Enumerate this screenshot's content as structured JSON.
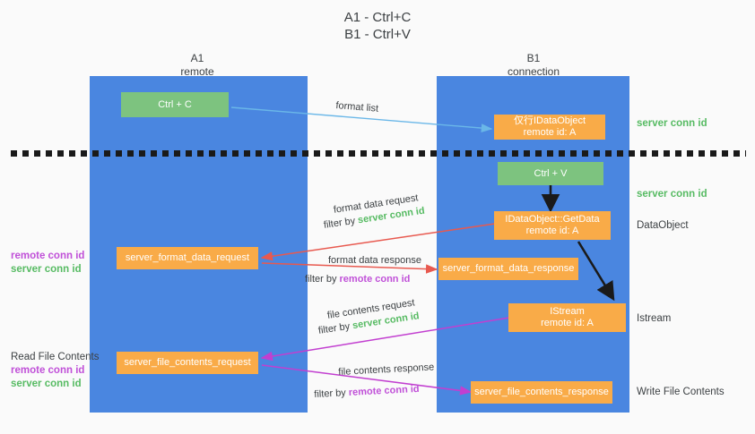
{
  "title": {
    "line1": "A1 - Ctrl+C",
    "line2": "B1 - Ctrl+V"
  },
  "columns": [
    {
      "name": "A1",
      "sub": "remote"
    },
    {
      "name": "B1",
      "sub": "connection"
    }
  ],
  "boxes": {
    "ctrl_c": {
      "line1": "Ctrl + C"
    },
    "ctrl_v": {
      "line1": "Ctrl + V"
    },
    "idataobject_remote": {
      "line1": "仅行IDataObject",
      "line2": "remote id: A"
    },
    "idataobject_getdata": {
      "line1": "IDataObject::GetData",
      "line2": "remote id: A"
    },
    "istream": {
      "line1": "IStream",
      "line2": "remote id: A"
    },
    "server_format_data_request": {
      "line1": "server_format_data_request"
    },
    "server_format_data_response": {
      "line1": "server_format_data_response"
    },
    "server_file_contents_request": {
      "line1": "server_file_contents_request"
    },
    "server_file_contents_response": {
      "line1": "server_file_contents_response"
    }
  },
  "annotations": {
    "server_conn_id_1": "server conn id",
    "server_conn_id_2": "server conn id",
    "data_object": "DataObject",
    "istream": "Istream",
    "write_file_contents": "Write File Contents",
    "read_file_contents": "Read File Contents",
    "remote_conn_id": "remote conn id",
    "server_conn_id": "server conn id"
  },
  "arrow_captions": {
    "format_list": "format list",
    "format_data_request": "format data request",
    "format_data_request_filter_prefix": "filter by ",
    "format_data_request_filter_value": "server conn id",
    "format_data_response": "format data response",
    "format_data_response_filter_prefix": "filter by ",
    "format_data_response_filter_value": "remote conn id",
    "file_contents_request": "file contents request",
    "file_contents_request_filter_prefix": "filter by ",
    "file_contents_request_filter_value": "server conn id",
    "file_contents_response": "file contents response",
    "file_contents_response_filter_prefix": "filter by ",
    "file_contents_response_filter_value": "remote conn id"
  },
  "colors": {
    "lane": "#4a86e0",
    "green_box": "#7dc37f",
    "orange_box": "#f9ab48",
    "green_text": "#57bb63",
    "magenta_text": "#c050d8",
    "blue_arrow": "#6ab7e8",
    "red_arrow": "#e8594f",
    "magenta_arrow": "#c23fd0",
    "black_arrow": "#1a1a1a",
    "background": "#fafafa"
  }
}
